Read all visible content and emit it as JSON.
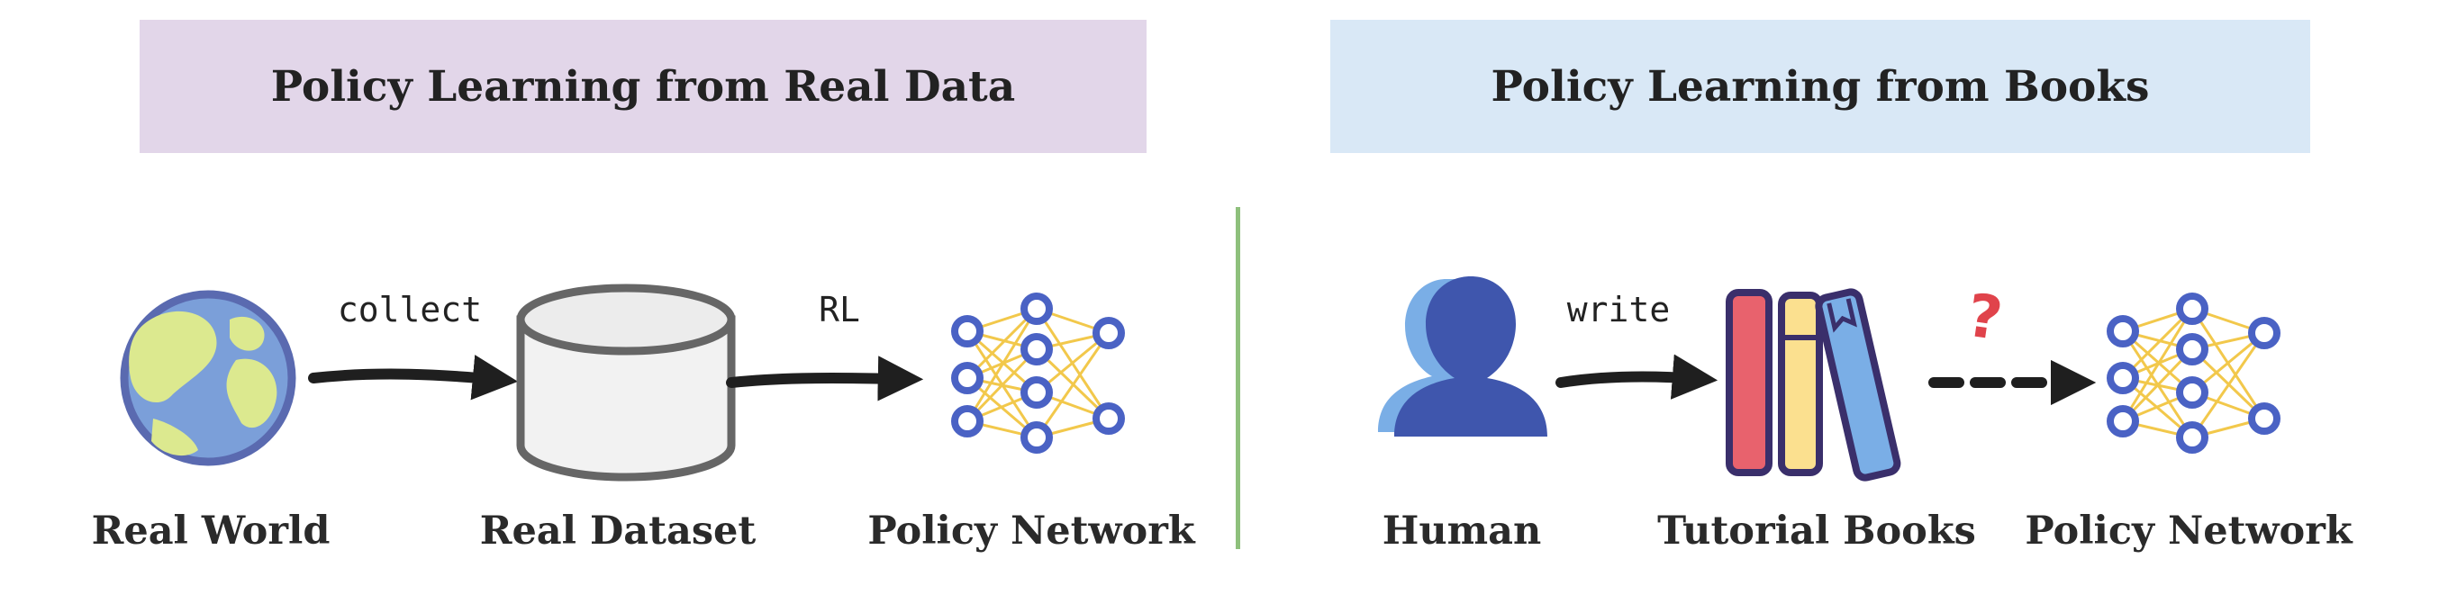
{
  "left_panel": {
    "title": "Policy Learning from Real Data",
    "nodes": {
      "world": "Real World",
      "dataset": "Real Dataset",
      "network": "Policy Network"
    },
    "edges": {
      "collect": "collect",
      "rl": "RL"
    }
  },
  "right_panel": {
    "title": "Policy Learning from Books",
    "nodes": {
      "human": "Human",
      "books": "Tutorial Books",
      "network": "Policy Network"
    },
    "edges": {
      "write": "write",
      "unknown": "?"
    }
  },
  "colors": {
    "left_header": "#e2d6e9",
    "right_header": "#d9e8f6",
    "divider": "#8ec07c",
    "node_blue": "#4a62c4",
    "edge_yellow": "#f2c84b",
    "question_red": "#e0434b"
  },
  "icons": [
    "globe-icon",
    "database-icon",
    "neural-network-icon",
    "human-icon",
    "books-icon"
  ]
}
